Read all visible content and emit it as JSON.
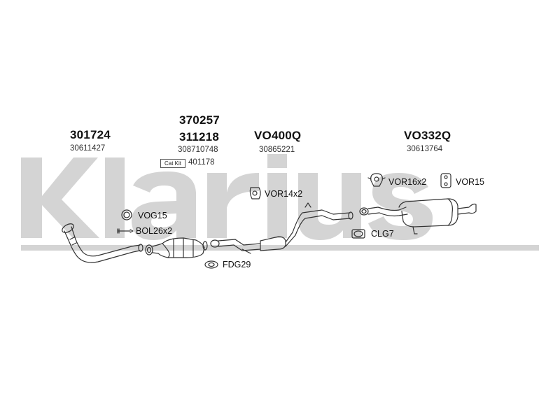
{
  "watermark": {
    "text": "Klarius"
  },
  "columns": [
    {
      "id": "front-pipe",
      "main_number": "301724",
      "sub_number": "30611427"
    },
    {
      "id": "catalyst",
      "top_number": "370257",
      "main_number": "311218",
      "sub_number": "308710748",
      "cat_kit_label": "Cat Kit",
      "cat_kit_number": "401178"
    },
    {
      "id": "middle-section",
      "main_number": "VO400Q",
      "sub_number": "30865221"
    },
    {
      "id": "rear-silencer",
      "main_number": "VO332Q",
      "sub_number": "30613764"
    }
  ],
  "parts": {
    "vog15": "VOG15",
    "bol26x2": "BOL26x2",
    "fdg29": "FDG29",
    "vor14x2": "VOR14x2",
    "clg7": "CLG7",
    "vor16x2": "VOR16x2",
    "vor15": "VOR15"
  },
  "colors": {
    "watermark": "#d4d4d4",
    "line": "#333333",
    "background": "#ffffff"
  }
}
